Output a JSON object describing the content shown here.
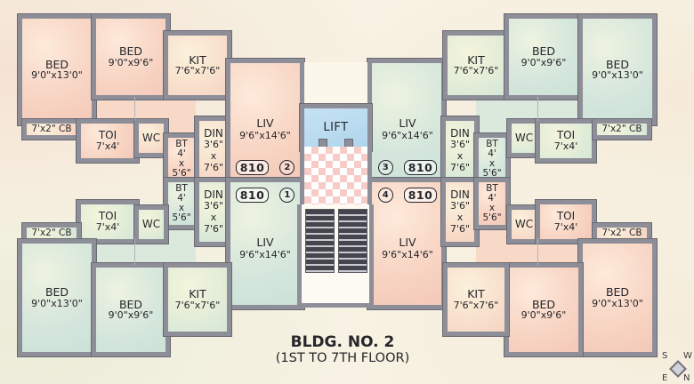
{
  "building": {
    "title": "BLDG. NO. 2",
    "subtitle": "(1ST TO 7TH FLOOR)"
  },
  "lift": {
    "label": "LIFT"
  },
  "compass": {
    "top_left": "S",
    "top_right": "W",
    "bottom_left": "E",
    "bottom_right": "N"
  },
  "rooms": {
    "bed_large": {
      "name": "BED",
      "dims": "9'0\"x13'0\""
    },
    "bed_small": {
      "name": "BED",
      "dims": "9'0\"x9'6\""
    },
    "kit": {
      "name": "KIT",
      "dims": "7'6\"x7'6\""
    },
    "liv": {
      "name": "LIV",
      "dims": "9'6\"x14'6\""
    },
    "din": {
      "name": "DIN",
      "dims": "3'6\"\nx\n7'6\""
    },
    "bt": {
      "name": "BT",
      "dims": "4'\nx\n5'6\""
    },
    "toi": {
      "name": "TOI",
      "dims": "7'x4'"
    },
    "wc": {
      "name": "WC"
    },
    "cb": {
      "name": "7'x2\" CB"
    }
  },
  "units": {
    "u1": {
      "flat_no": "810",
      "unit_no": "1"
    },
    "u2": {
      "flat_no": "810",
      "unit_no": "2"
    },
    "u3": {
      "flat_no": "810",
      "unit_no": "3"
    },
    "u4": {
      "flat_no": "810",
      "unit_no": "4"
    }
  },
  "colors": {
    "wall": "#8e8e98",
    "unit_pink": "#f6cdbd",
    "unit_green": "#cfe3d9",
    "lift_blue": "#b5d8ee",
    "lobby_checker_pink": "#f7ccc6",
    "stair_tread": "#45454d",
    "background_cream": "#f7f2e3"
  }
}
